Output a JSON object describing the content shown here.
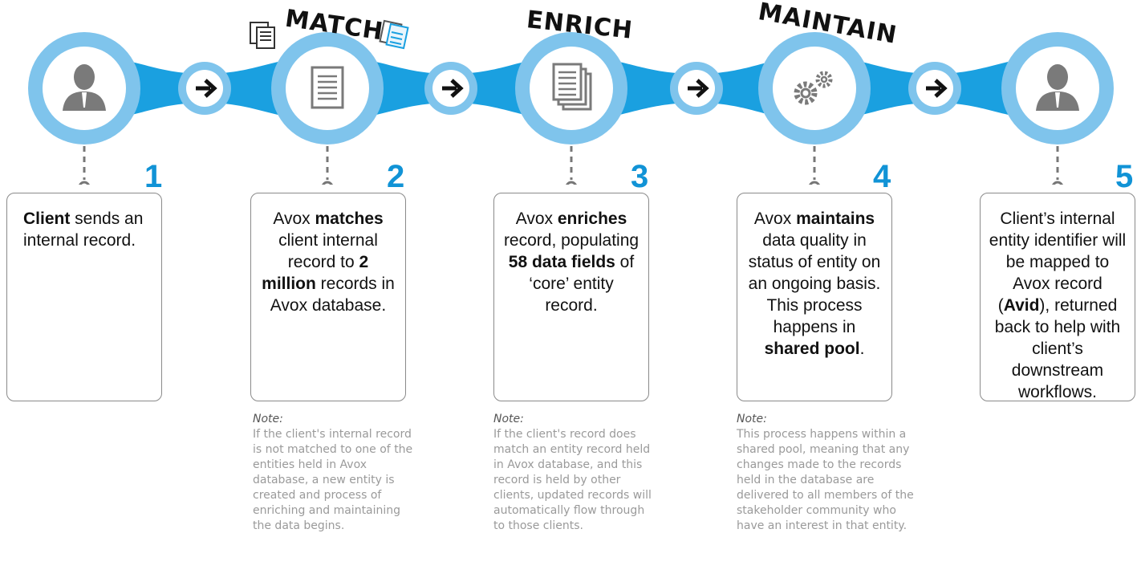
{
  "stages": [
    "MATCH",
    "ENRICH",
    "MAINTAIN"
  ],
  "steps": [
    {
      "number": "1",
      "parts": [
        {
          "t": "Client",
          "b": true
        },
        {
          "t": " sends an internal record.",
          "b": false
        }
      ]
    },
    {
      "number": "2",
      "parts": [
        {
          "t": "Avox ",
          "b": false
        },
        {
          "t": "matches",
          "b": true
        },
        {
          "t": " client internal record to ",
          "b": false
        },
        {
          "t": "2 million",
          "b": true
        },
        {
          "t": " records in Avox database.",
          "b": false
        }
      ]
    },
    {
      "number": "3",
      "parts": [
        {
          "t": "Avox ",
          "b": false
        },
        {
          "t": "enriches",
          "b": true
        },
        {
          "t": " record, populating ",
          "b": false
        },
        {
          "t": "58 data fields",
          "b": true
        },
        {
          "t": " of ‘core’ entity record.",
          "b": false
        }
      ]
    },
    {
      "number": "4",
      "parts": [
        {
          "t": "Avox ",
          "b": false
        },
        {
          "t": "maintains",
          "b": true
        },
        {
          "t": " data quality in status of entity on an ongoing basis. This process happens in ",
          "b": false
        },
        {
          "t": "shared pool",
          "b": true
        },
        {
          "t": ".",
          "b": false
        }
      ]
    },
    {
      "number": "5",
      "parts": [
        {
          "t": "Client’s internal entity identifier will be mapped to Avox record (",
          "b": false
        },
        {
          "t": "Avid",
          "b": true
        },
        {
          "t": "), returned back to help with client’s downstream workflows.",
          "b": false
        }
      ]
    }
  ],
  "notes": [
    {
      "title": "Note:",
      "text": "If the client's internal record is not matched to one of the entities held in Avox database, a new entity is created and process of enriching and maintaining the data begins."
    },
    {
      "title": "Note:",
      "text": "If the client's record does match an entity record held in Avox database, and this record is held by other clients, updated records will automatically flow through to those clients."
    },
    {
      "title": "Note:",
      "text": "This process happens within a shared pool, meaning that any changes made to the records held in the database are delivered to all members of the stakeholder community who have an interest in that entity."
    }
  ],
  "icons": [
    "person-icon",
    "document-icon",
    "documents-stack-icon",
    "gears-icon",
    "person-icon"
  ],
  "colors": {
    "band": "#1aa0e0",
    "ring": "#7fc4ec",
    "node_fill": "#ffffff",
    "accent": "#1193d6",
    "note": "#9a9a9a"
  }
}
